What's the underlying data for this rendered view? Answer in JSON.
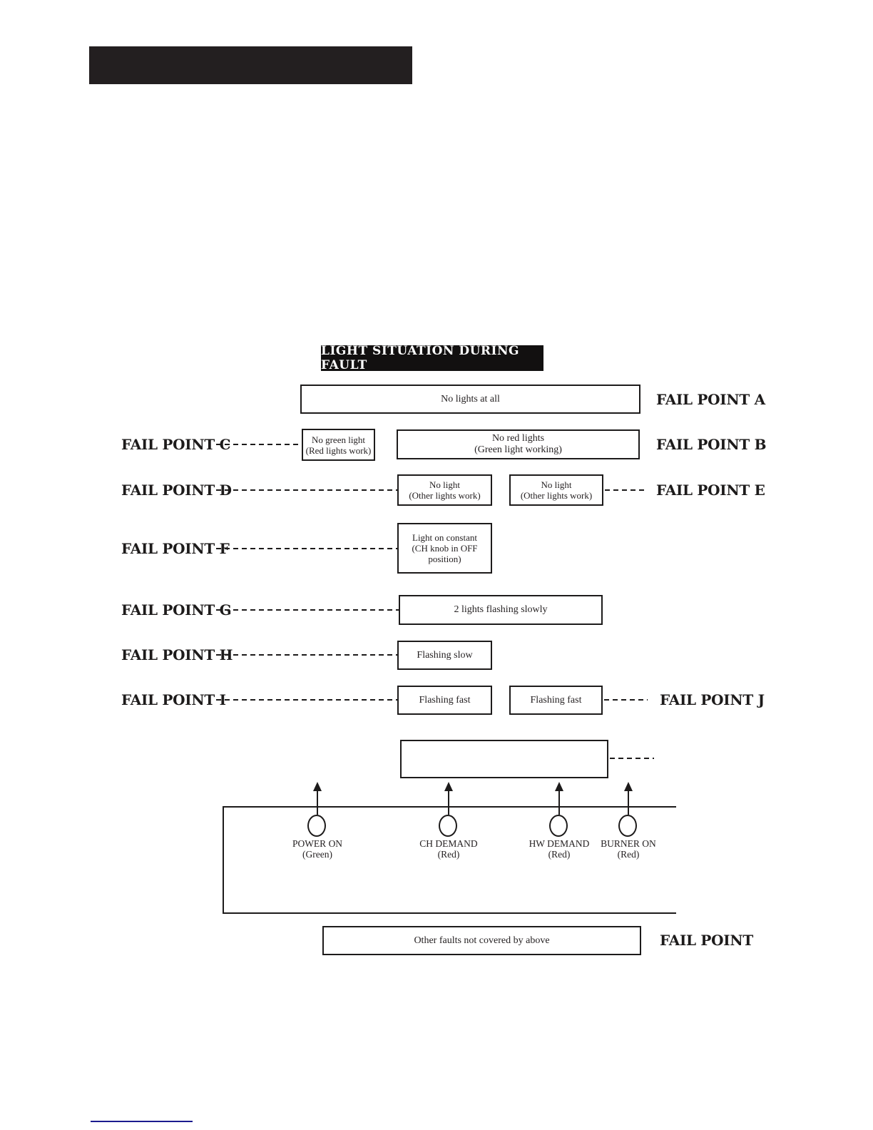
{
  "document": {
    "section_title": "LIGHT SITUATION DURING FAULT"
  },
  "diagram": {
    "rows": [
      {
        "right_label": "FAIL POINT A",
        "boxes": [
          {
            "lines": [
              "No lights at all"
            ]
          }
        ]
      },
      {
        "left_label": "FAIL POINT C",
        "right_label": "FAIL POINT B",
        "boxes": [
          {
            "lines": [
              "No green light",
              "(Red lights work)"
            ]
          },
          {
            "lines": [
              "No red lights",
              "(Green light working)"
            ]
          }
        ]
      },
      {
        "left_label": "FAIL POINT D",
        "right_label": "FAIL POINT E",
        "boxes": [
          {
            "lines": [
              "No light",
              "(Other lights work)"
            ]
          },
          {
            "lines": [
              "No light",
              "(Other lights work)"
            ]
          }
        ]
      },
      {
        "left_label": "FAIL POINT F",
        "boxes": [
          {
            "lines": [
              "Light on constant",
              "(CH knob in OFF",
              "position)"
            ]
          }
        ]
      },
      {
        "left_label": "FAIL POINT G",
        "boxes": [
          {
            "lines": [
              "2 lights flashing slowly"
            ]
          }
        ]
      },
      {
        "left_label": "FAIL POINT H",
        "boxes": [
          {
            "lines": [
              "Flashing slow"
            ]
          }
        ]
      },
      {
        "left_label": "FAIL POINT I",
        "right_label": "FAIL POINT J",
        "boxes": [
          {
            "lines": [
              "Flashing fast"
            ]
          },
          {
            "lines": [
              "Flashing fast"
            ]
          }
        ]
      }
    ],
    "indicators": [
      {
        "name": "POWER ON",
        "color": "(Green)"
      },
      {
        "name": "CH DEMAND",
        "color": "(Red)"
      },
      {
        "name": "HW DEMAND",
        "color": "(Red)"
      },
      {
        "name": "BURNER ON",
        "color": "(Red)"
      }
    ],
    "other_faults": {
      "box": "Other faults not covered by above",
      "label": "FAIL POINT"
    }
  },
  "colors": {
    "ink": "#1d1b1b",
    "accent_rule": "#1b1b8e"
  }
}
